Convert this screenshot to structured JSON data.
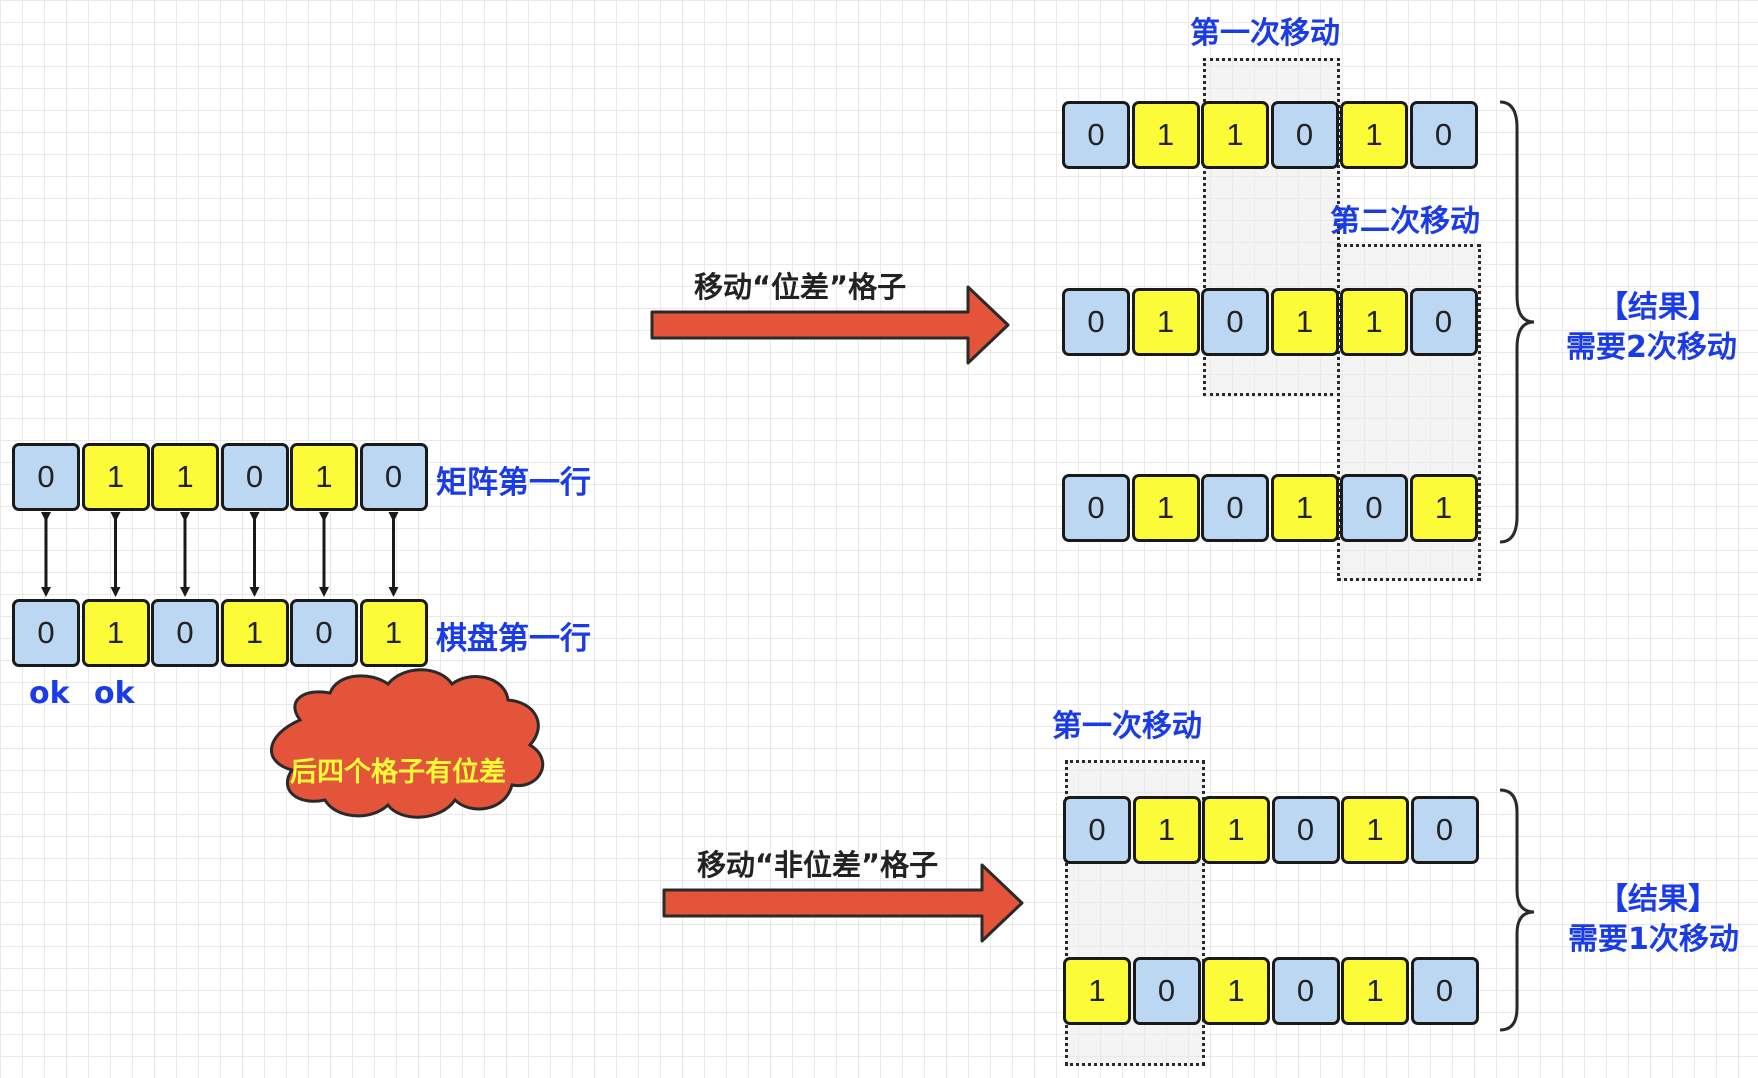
{
  "left": {
    "matrix_row": [
      "0",
      "1",
      "1",
      "0",
      "1",
      "0"
    ],
    "board_row": [
      "0",
      "1",
      "0",
      "1",
      "0",
      "1"
    ],
    "matrix_label": "矩阵第一行",
    "board_label": "棋盘第一行",
    "ok_labels": [
      "ok",
      "ok"
    ],
    "cloud_text": "后四个格子有位差"
  },
  "arrows": {
    "top_label": "移动“位差”格子",
    "bottom_label": "移动“非位差”格子"
  },
  "top": {
    "rows": [
      [
        "0",
        "1",
        "1",
        "0",
        "1",
        "0"
      ],
      [
        "0",
        "1",
        "0",
        "1",
        "1",
        "0"
      ],
      [
        "0",
        "1",
        "0",
        "1",
        "0",
        "1"
      ]
    ],
    "move1_label": "第一次移动",
    "move2_label": "第二次移动",
    "result_title": "【结果】",
    "result_text": "需要2次移动"
  },
  "bottom": {
    "rows": [
      [
        "0",
        "1",
        "1",
        "0",
        "1",
        "0"
      ],
      [
        "1",
        "0",
        "1",
        "0",
        "1",
        "0"
      ]
    ],
    "move1_label": "第一次移动",
    "result_title": "【结果】",
    "result_text": "需要1次移动"
  },
  "colors": {
    "zero_cell": "#bcd7f2",
    "one_cell": "#fbfb37",
    "label_blue": "#1a3be8",
    "arrow_red": "#e3543b",
    "cloud_red": "#e3543b"
  }
}
